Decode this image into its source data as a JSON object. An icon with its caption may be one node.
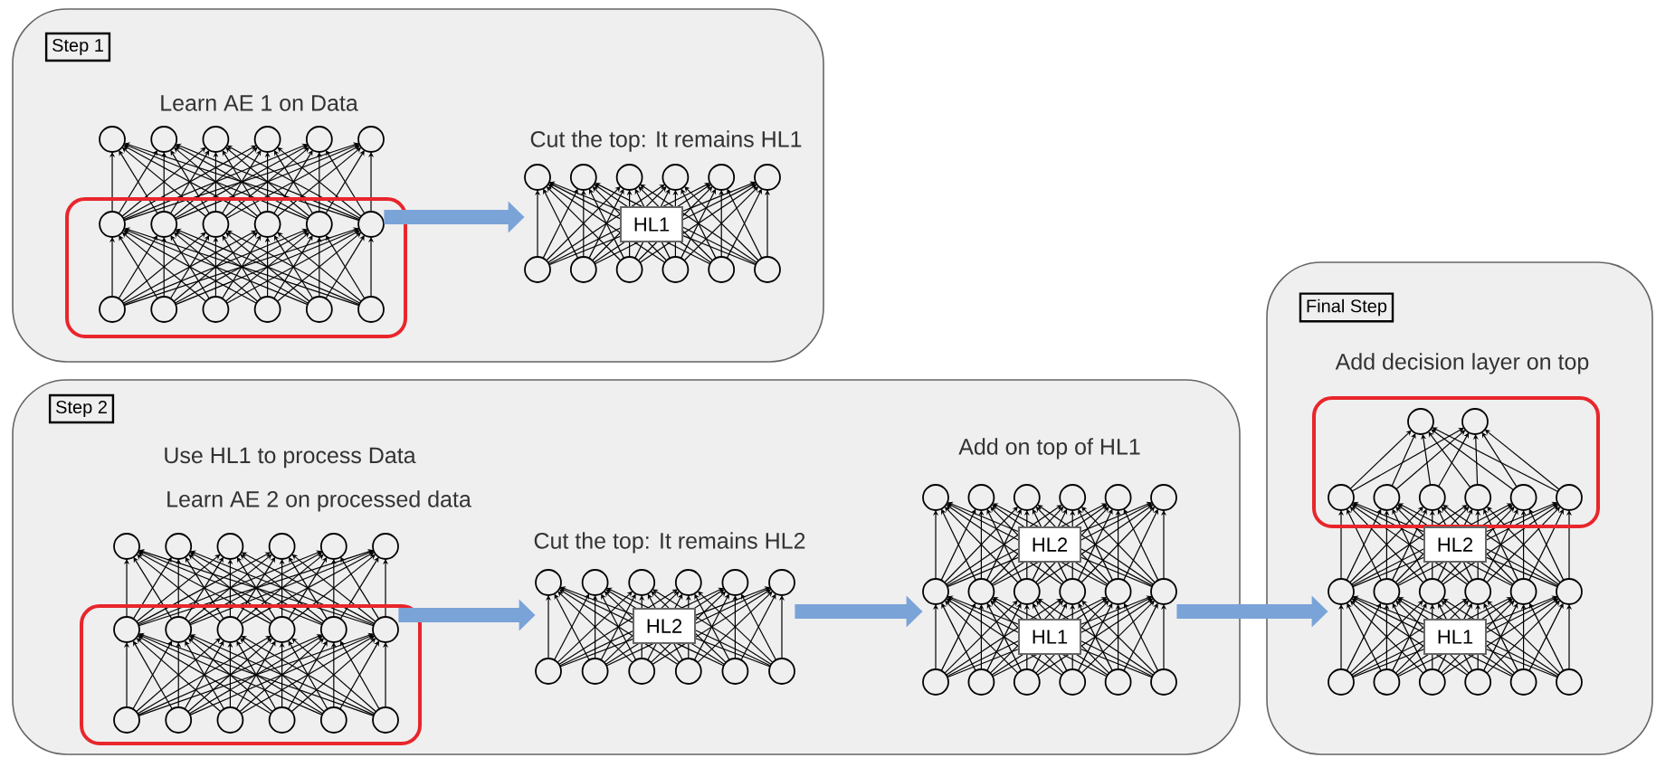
{
  "diagram": {
    "nodes": [
      {
        "text": [
          "Step 1"
        ]
      },
      {
        "text": [],
        "shape": "picture",
        "in": 0,
        "beside": [
          "Learn AE 1 on Data"
        ]
      },
      {
        "text": [],
        "shape": "picture",
        "in": 0,
        "beside": [
          "Cut the top: It remains HL1"
        ]
      },
      {
        "text": [
          "HL1"
        ],
        "in": 2
      },
      {
        "text": [
          "Step 2"
        ]
      },
      {
        "text": [],
        "shape": "picture",
        "in": 4,
        "beside": [
          "Use HL1 to process Data",
          "Learn AE 2 on processed data"
        ]
      },
      {
        "text": [],
        "shape": "picture",
        "in": 4,
        "beside": [
          "Cut the top: It remains HL2"
        ]
      },
      {
        "text": [
          "HL2"
        ],
        "in": 6
      },
      {
        "text": [],
        "shape": "picture",
        "in": 4,
        "beside": [
          "Add on top of HL1"
        ]
      },
      {
        "text": [
          "HL2"
        ],
        "in": 8
      },
      {
        "text": [
          "HL1"
        ],
        "in": 8
      },
      {
        "text": [
          "Final Step"
        ]
      },
      {
        "text": [],
        "shape": "picture",
        "in": 11,
        "beside": [
          "Add decision layer on top"
        ]
      },
      {
        "text": [
          "HL2"
        ],
        "in": 12
      },
      {
        "text": [
          "HL1"
        ],
        "in": 12
      }
    ],
    "edges": [
      {
        "from": 1,
        "to": 2,
        "arrow": "to"
      },
      {
        "from": 5,
        "to": 6,
        "arrow": "to"
      },
      {
        "from": 6,
        "to": 8,
        "arrow": "to"
      },
      {
        "from": 8,
        "to": 12,
        "arrow": "to"
      }
    ]
  }
}
